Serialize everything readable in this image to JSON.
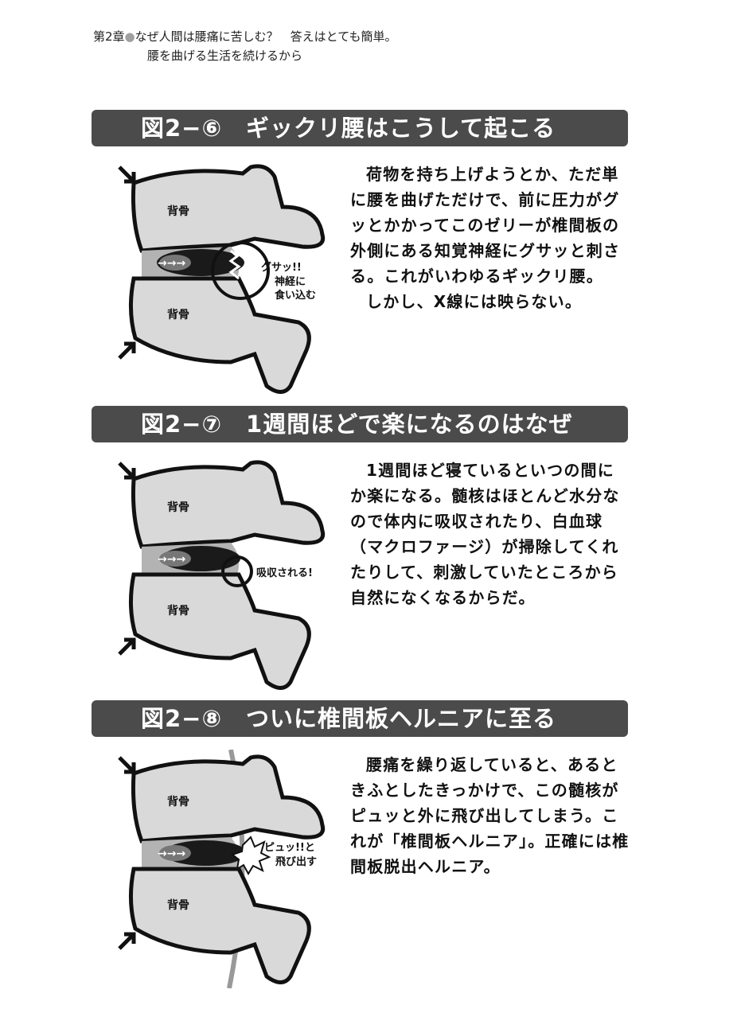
{
  "header": {
    "chapter": "第2章",
    "dot": "●",
    "line1": "なぜ人間は腰痛に苦しむ？　答えはとても簡単。",
    "line2": "腰を曲げる生活を続けるから"
  },
  "sections": [
    {
      "label": "図2−⑥",
      "title": "ギックリ腰はこうして起こる",
      "bone_top": "背骨",
      "bone_bottom": "背骨",
      "callout_1": "グサッ!!",
      "callout_2": "神経に",
      "callout_3": "食い込む",
      "paragraphs": [
        "荷物を持ち上げようとか、ただ単に腰を曲げただけで、前に圧力がグッとかかってこのゼリーが椎間板の外側にある知覚神経にグサッと刺さる。これがいわゆるギックリ腰。",
        "しかし、X線には映らない。"
      ]
    },
    {
      "label": "図2−⑦",
      "title": "1週間ほどで楽になるのはなぜ",
      "bone_top": "背骨",
      "bone_bottom": "背骨",
      "callout_1": "吸収される!",
      "paragraphs": [
        "1週間ほど寝ているといつの間にか楽になる。髄核はほとんど水分なので体内に吸収されたり、白血球（マクロファージ）が掃除してくれたりして、刺激していたところから自然になくなるからだ。"
      ]
    },
    {
      "label": "図2−⑧",
      "title": "ついに椎間板ヘルニアに至る",
      "bone_top": "背骨",
      "bone_bottom": "背骨",
      "callout_1": "ピュッ!!と",
      "callout_2": "飛び出す",
      "paragraphs": [
        "腰痛を繰り返していると、あるときふとしたきっかけで、この髄核がピュッと外に飛び出してしまう。これが「椎間板ヘルニア」。正確には椎間板脱出ヘルニア。"
      ]
    }
  ]
}
